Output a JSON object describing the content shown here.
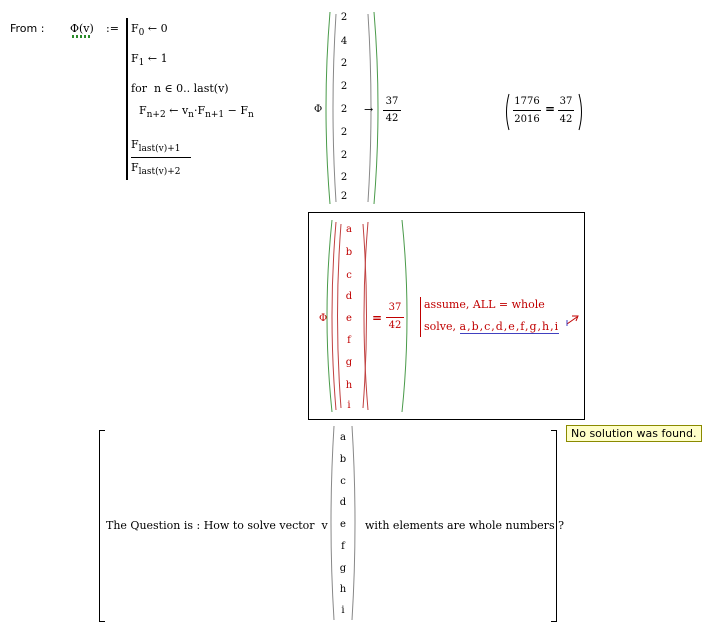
{
  "from_label": "From :",
  "definition": {
    "fname": "Φ(v)",
    "assign_op": ":=",
    "line1_lhs": "F",
    "line1_sub": "0",
    "line1_rhs": "0",
    "line2_lhs": "F",
    "line2_sub": "1",
    "line2_rhs": "1",
    "for_text": "for  n ∈ 0.. last(v)",
    "loop_lhs": "F",
    "loop_lhs_sub": "n+2",
    "loop_v": "v",
    "loop_v_sub": "n",
    "loop_F1": "F",
    "loop_F1_sub": "n+1",
    "loop_minus": "−",
    "loop_F2": "F",
    "loop_F2_sub": "n",
    "arrow": "←",
    "ret_num_F": "F",
    "ret_num_sub": "last(v)+1",
    "ret_den_F": "F",
    "ret_den_sub": "last(v)+2"
  },
  "eval1": {
    "phi": "Φ",
    "vector": [
      "2",
      "4",
      "2",
      "2",
      "2",
      "2",
      "2",
      "2",
      "2"
    ],
    "arrow": "→",
    "numerator": "37",
    "denominator": "42"
  },
  "check": {
    "lhs_num": "1776",
    "lhs_den": "2016",
    "eq": "=",
    "rhs_num": "37",
    "rhs_den": "42"
  },
  "solve_box": {
    "phi": "Φ",
    "vector": [
      "a",
      "b",
      "c",
      "d",
      "e",
      "f",
      "g",
      "h",
      "i"
    ],
    "eq": "=",
    "numerator": "37",
    "denominator": "42",
    "keyword1": "assume, ALL = whole",
    "keyword2": "solve, a, b, c, d, e, f, g, h, i",
    "keyword2_prefix": "solve,",
    "keyword2_vars": "a,b,c,d,e,f,g,h,i",
    "error_text": "No solution was found."
  },
  "question": {
    "prefix": "The Question is : How to solve vector  v",
    "vector": [
      "a",
      "b",
      "c",
      "d",
      "e",
      "f",
      "g",
      "h",
      "i"
    ],
    "suffix": "with elements are whole numbers ?"
  },
  "colors": {
    "red": "#c00000",
    "green_paren": "#4a9a4a",
    "red_paren": "#c04040",
    "error_border": "#8a8a00",
    "error_bg": "#ffffc8",
    "underline_blue": "#4040c0"
  }
}
